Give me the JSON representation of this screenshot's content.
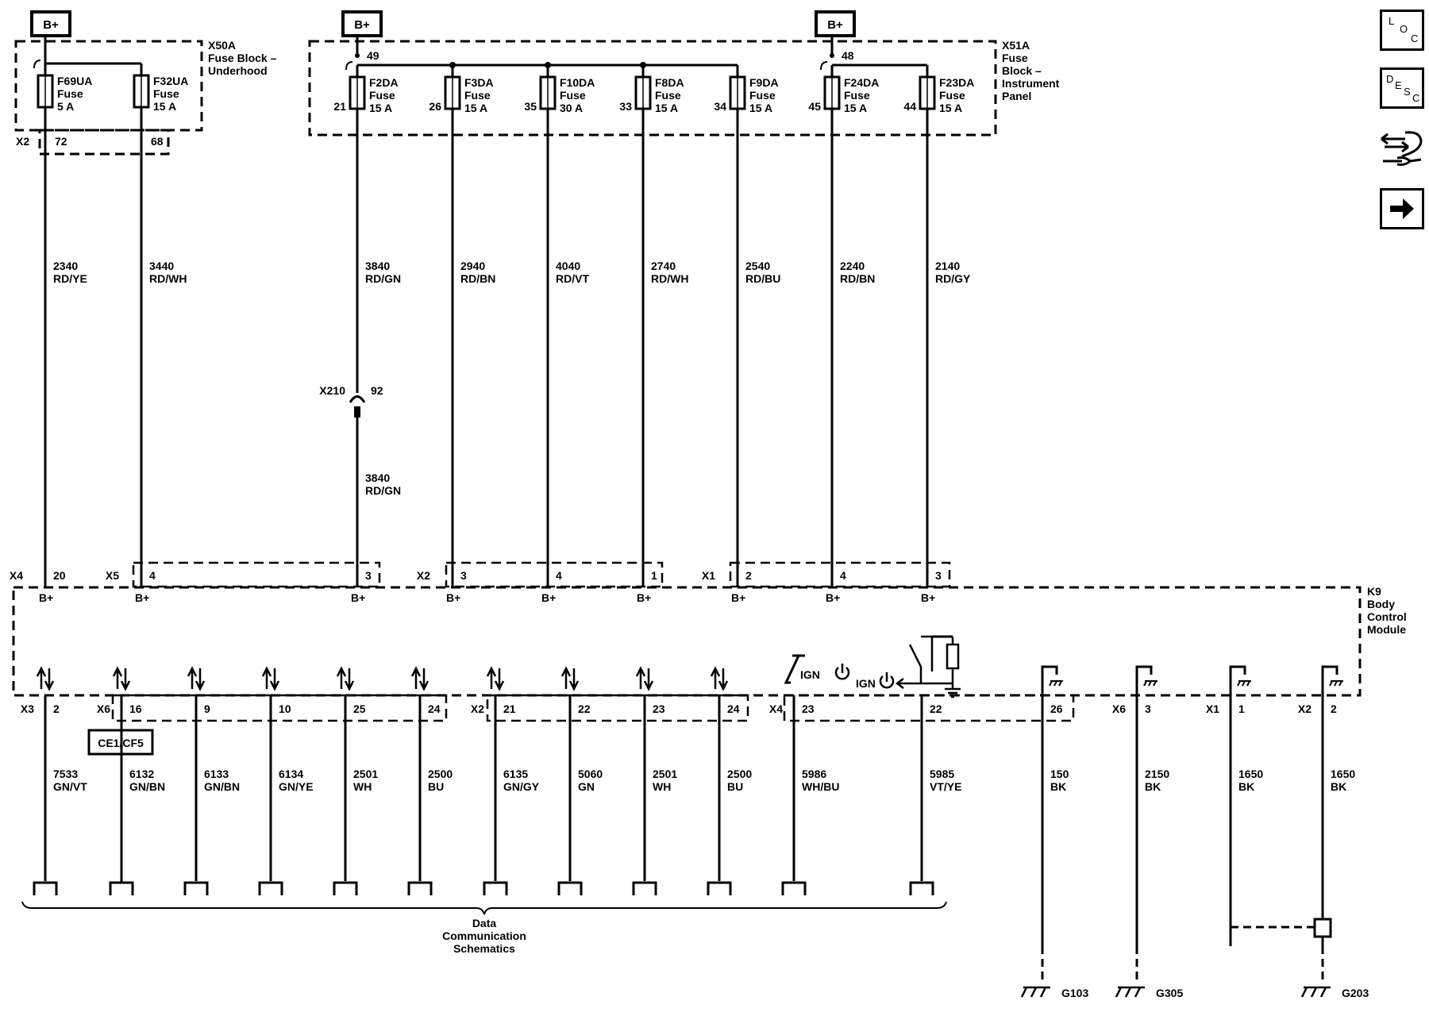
{
  "supply_label": "B+",
  "fuse_blocks": [
    {
      "name_lines": [
        "X50A",
        "Fuse Block –",
        "Underhood"
      ]
    },
    {
      "name_lines": [
        "X51A",
        "Fuse",
        "Block –",
        "Instrument",
        "Panel"
      ]
    }
  ],
  "bus_pins": {
    "left": "49",
    "right": "48"
  },
  "fuses": [
    {
      "id": "F69UA",
      "label": "Fuse",
      "rating": "5 A",
      "pin_in": "",
      "harness": "X2",
      "pin_out": "72",
      "circuit": "2340",
      "color": "RD/YE",
      "bcm_conn": "X4",
      "bcm_pin": "20"
    },
    {
      "id": "F32UA",
      "label": "Fuse",
      "rating": "15 A",
      "pin_in": "",
      "harness": "",
      "pin_out": "68",
      "circuit": "3440",
      "color": "RD/WH",
      "bcm_conn": "X5",
      "bcm_pin": "4"
    },
    {
      "id": "F2DA",
      "label": "Fuse",
      "rating": "15 A",
      "pin_in": "21",
      "harness": "",
      "pin_out": "",
      "circuit": "3840",
      "color": "RD/GN",
      "bcm_conn": "",
      "bcm_pin": "3"
    },
    {
      "id": "F3DA",
      "label": "Fuse",
      "rating": "15 A",
      "pin_in": "26",
      "harness": "",
      "pin_out": "",
      "circuit": "2940",
      "color": "RD/BN",
      "bcm_conn": "X2",
      "bcm_pin": "3"
    },
    {
      "id": "F10DA",
      "label": "Fuse",
      "rating": "30 A",
      "pin_in": "35",
      "harness": "",
      "pin_out": "",
      "circuit": "4040",
      "color": "RD/VT",
      "bcm_conn": "",
      "bcm_pin": "4"
    },
    {
      "id": "F8DA",
      "label": "Fuse",
      "rating": "15 A",
      "pin_in": "33",
      "harness": "",
      "pin_out": "",
      "circuit": "2740",
      "color": "RD/WH",
      "bcm_conn": "",
      "bcm_pin": "1"
    },
    {
      "id": "F9DA",
      "label": "Fuse",
      "rating": "15 A",
      "pin_in": "34",
      "harness": "",
      "pin_out": "",
      "circuit": "2540",
      "color": "RD/BU",
      "bcm_conn": "X1",
      "bcm_pin": "2"
    },
    {
      "id": "F24DA",
      "label": "Fuse",
      "rating": "15 A",
      "pin_in": "45",
      "harness": "",
      "pin_out": "",
      "circuit": "2240",
      "color": "RD/BN",
      "bcm_conn": "",
      "bcm_pin": "4"
    },
    {
      "id": "F23DA",
      "label": "Fuse",
      "rating": "15 A",
      "pin_in": "44",
      "harness": "",
      "pin_out": "",
      "circuit": "2140",
      "color": "RD/GY",
      "bcm_conn": "",
      "bcm_pin": "3"
    }
  ],
  "inline_connector": {
    "name": "X210",
    "pin": "92",
    "circuit": "3840",
    "color": "RD/GN"
  },
  "module": {
    "name_lines": [
      "K9",
      "Body",
      "Control",
      "Module"
    ],
    "ign_label": "IGN"
  },
  "data_lines": [
    {
      "conn": "X3",
      "pin": "2",
      "circuit": "7533",
      "color": "GN/VT"
    },
    {
      "conn": "X6",
      "pin": "16",
      "circuit": "6132",
      "color": "GN/BN"
    },
    {
      "conn": "",
      "pin": "9",
      "circuit": "6133",
      "color": "GN/BN"
    },
    {
      "conn": "",
      "pin": "10",
      "circuit": "6134",
      "color": "GN/YE"
    },
    {
      "conn": "",
      "pin": "25",
      "circuit": "2501",
      "color": "WH"
    },
    {
      "conn": "",
      "pin": "24",
      "circuit": "2500",
      "color": "BU"
    },
    {
      "conn": "X2",
      "pin": "21",
      "circuit": "6135",
      "color": "GN/GY"
    },
    {
      "conn": "",
      "pin": "22",
      "circuit": "5060",
      "color": "GN"
    },
    {
      "conn": "",
      "pin": "23",
      "circuit": "2501",
      "color": "WH"
    },
    {
      "conn": "",
      "pin": "24",
      "circuit": "2500",
      "color": "BU"
    },
    {
      "conn": "X4",
      "pin": "23",
      "circuit": "5986",
      "color": "WH/BU"
    },
    {
      "conn": "",
      "pin": "22",
      "circuit": "5985",
      "color": "VT/YE"
    }
  ],
  "splice_label": "CE1/CF5",
  "data_comm_lines": [
    "Data",
    "Communication",
    "Schematics"
  ],
  "grounds": [
    {
      "conn": "",
      "pin": "26",
      "circuit": "150",
      "color": "BK",
      "ground": "G103"
    },
    {
      "conn": "X6",
      "pin": "3",
      "circuit": "2150",
      "color": "BK",
      "ground": "G305"
    },
    {
      "conn": "X1",
      "pin": "1",
      "circuit": "1650",
      "color": "BK",
      "ground": ""
    },
    {
      "conn": "X2",
      "pin": "2",
      "circuit": "1650",
      "color": "BK",
      "ground": "G203"
    }
  ],
  "nav": {
    "loc": [
      "L",
      "O",
      "C"
    ],
    "desc": [
      "D",
      "E",
      "S",
      "C"
    ],
    "connector_icon": "connector-repair-icon",
    "next_icon": "arrow-right-icon"
  }
}
